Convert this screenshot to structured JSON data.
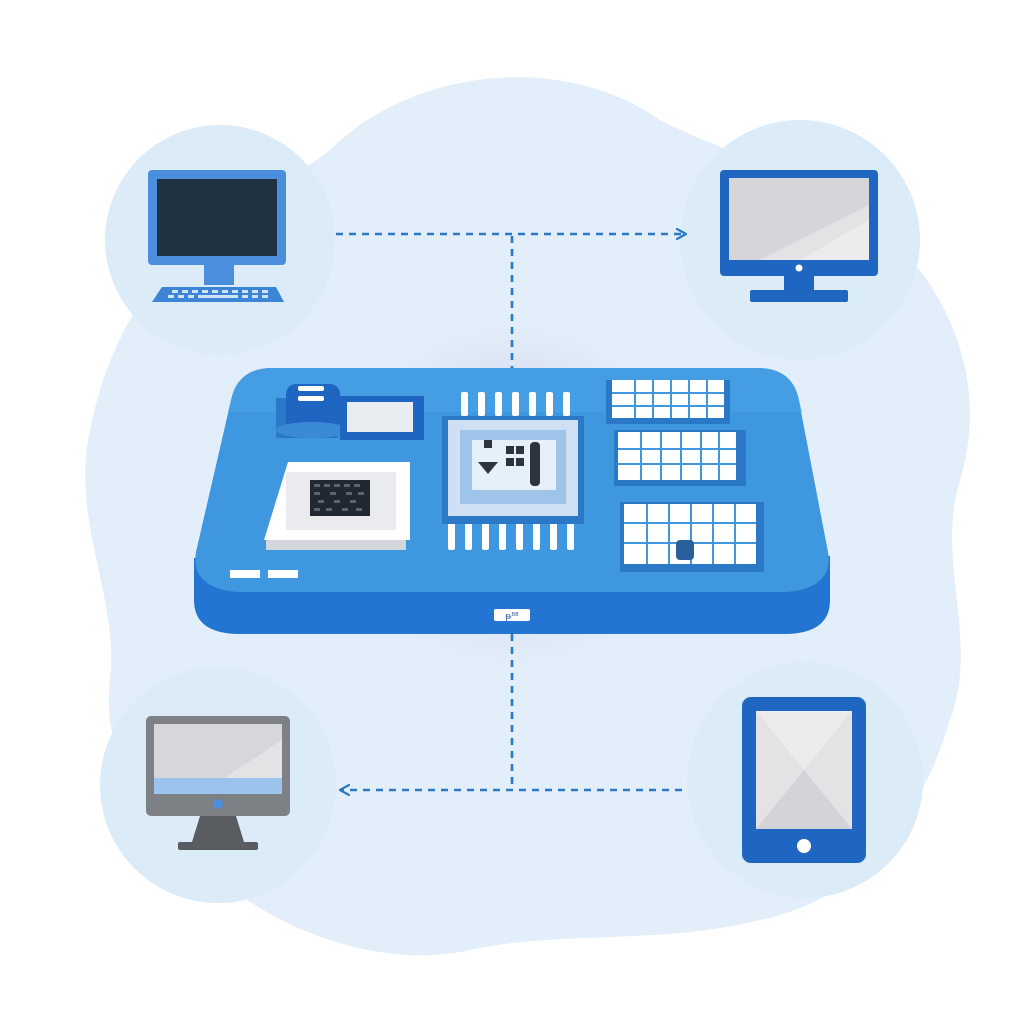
{
  "diagram": {
    "hub": {
      "icon": "circuit-board-icon",
      "label": "",
      "port_label": "ᵽ⁸⁸"
    },
    "devices": [
      {
        "id": "top-left",
        "icon": "desktop-computer-icon",
        "label": ""
      },
      {
        "id": "top-right",
        "icon": "monitor-icon",
        "label": ""
      },
      {
        "id": "bottom-left",
        "icon": "monitor-icon",
        "label": ""
      },
      {
        "id": "bottom-right",
        "icon": "tablet-icon",
        "label": ""
      }
    ],
    "connections": [
      {
        "from": "top-left",
        "to": "top-right",
        "style": "dashed",
        "arrow": "end"
      },
      {
        "from": "hub",
        "to": "top-right",
        "style": "dashed",
        "arrow": "none"
      },
      {
        "from": "hub",
        "to": "bottom-left",
        "style": "dashed",
        "arrow": "end"
      },
      {
        "from": "bottom-right",
        "to": "bottom-left",
        "style": "dashed",
        "arrow": "end"
      }
    ]
  },
  "colors": {
    "background": "#ffffff",
    "blob": "#e2eef9",
    "device_circle": "#dcebf8",
    "board_top": "#3f97e0",
    "board_side": "#2475d1",
    "dark_blue": "#1f66c2",
    "mid_blue": "#4b8fdc",
    "screen_dark": "#1f3242",
    "screen_light": "#e3e3e6",
    "gray_device": "#7d8186",
    "connector": "#2a78c6"
  }
}
